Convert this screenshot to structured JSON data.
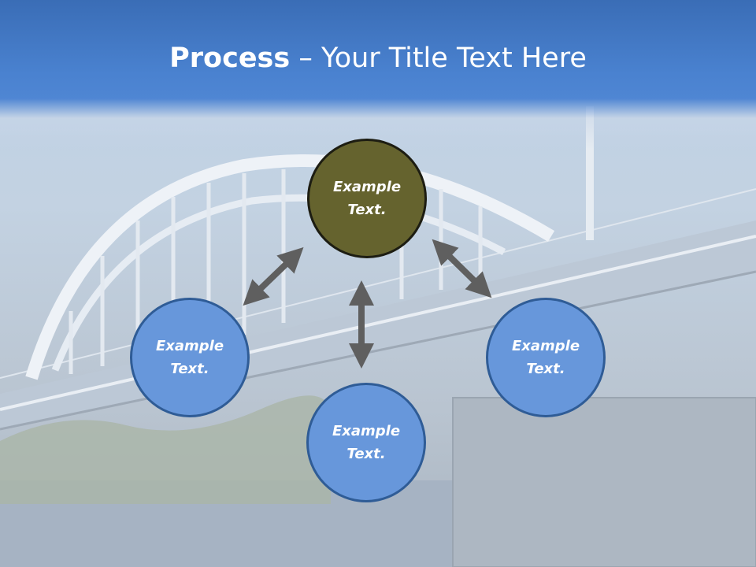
{
  "slide": {
    "title_bold": "Process",
    "title_rest": " – Your Title Text Here"
  },
  "circles": [
    {
      "line1": "Example",
      "line2": "Text.",
      "color": "#65632e"
    },
    {
      "line1": "Example",
      "line2": "Text.",
      "color": "#6797db"
    },
    {
      "line1": "Example",
      "line2": "Text.",
      "color": "#6797db"
    },
    {
      "line1": "Example",
      "line2": "Text.",
      "color": "#6797db"
    }
  ],
  "colors": {
    "header": "#4a82d0",
    "arrow": "#5f5f5f",
    "circle_border": "#2f5c96"
  },
  "icons": [
    "double-arrow-icon"
  ]
}
